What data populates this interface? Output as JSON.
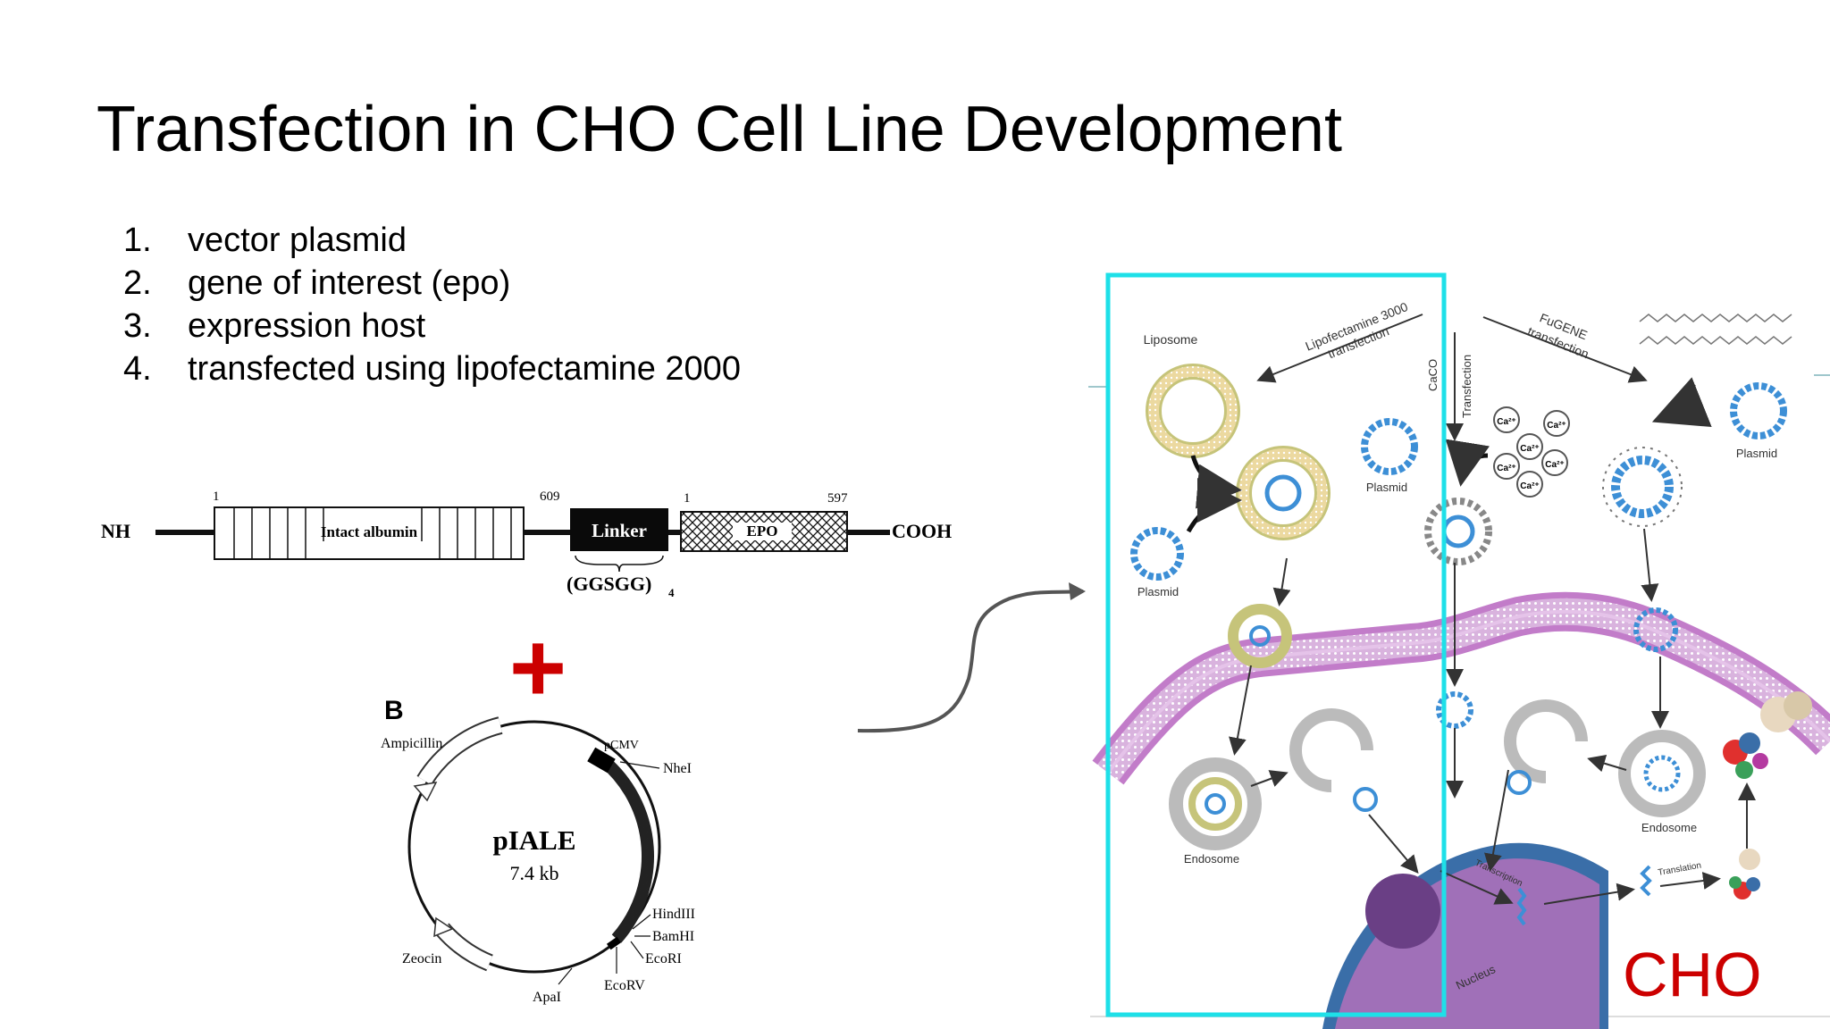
{
  "slide": {
    "title": "Transfection in CHO Cell Line Development",
    "steps": [
      {
        "num": "1.",
        "text": "vector plasmid"
      },
      {
        "num": "2.",
        "text": "gene of interest (epo)"
      },
      {
        "num": "3.",
        "text": "expression host"
      },
      {
        "num": "4.",
        "text": "transfected using lipofectamine 2000"
      }
    ]
  },
  "construct": {
    "nh": "NH",
    "cooh": "COOH",
    "albumin": {
      "start": "1",
      "end": "609",
      "label": "Intact albumin"
    },
    "linker": {
      "label": "Linker",
      "seq": "(GGSGG)",
      "sub": "4"
    },
    "epo": {
      "start": "1",
      "end": "597",
      "label": "EPO"
    }
  },
  "plus": "+",
  "plasmid": {
    "panel": "B",
    "name": "pIALE",
    "size": "7.4 kb",
    "features": [
      "Ampicillin",
      "pCMV",
      "NheI",
      "HindIII",
      "BamHI",
      "EcoRI",
      "EcoRV",
      "ApaI",
      "Zeocin"
    ]
  },
  "diagram": {
    "liposome": "Liposome",
    "lipo3000_line1": "Lipofectamine 3000",
    "lipo3000_line2": "transfection",
    "caco_line1": "CaCO",
    "caco_line2": "Transfection",
    "fugene_line1": "FuGENE",
    "fugene_line2": "transfection",
    "plasmid": "Plasmid",
    "calcium": "Ca²⁺",
    "endosome": "Endosome",
    "transcription": "Transcription",
    "translation": "Translation",
    "nucleus": "Nucleus"
  },
  "cho_label": "CHO",
  "colors": {
    "plus": "#cc0000",
    "cho": "#cc0000",
    "highlight": "#1ee0e8",
    "membrane": "#c27cc9",
    "nucleus": "#a070b8"
  }
}
